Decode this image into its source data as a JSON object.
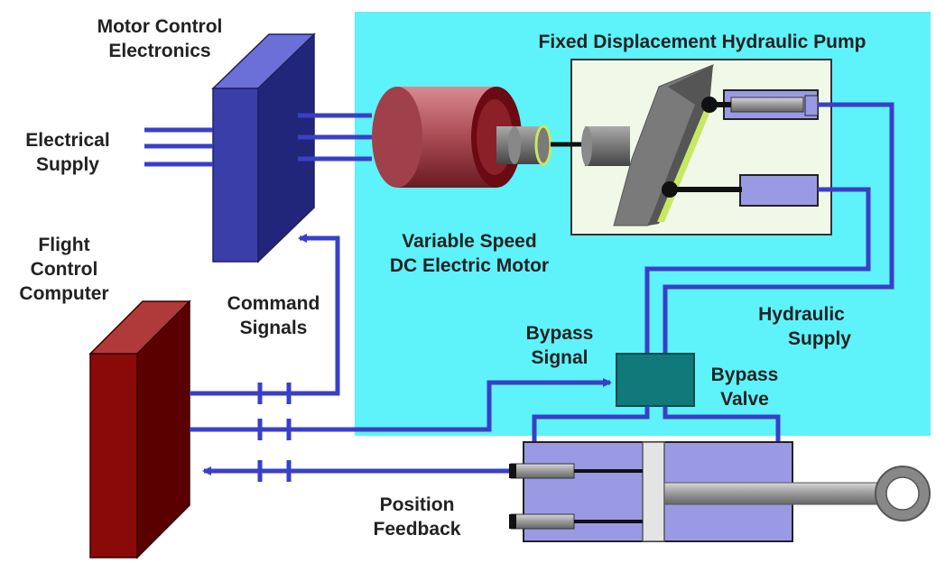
{
  "labels": {
    "motor_control_electronics": [
      "Motor Control",
      "Electronics"
    ],
    "electrical_supply": [
      "Electrical",
      "Supply"
    ],
    "flight_control_computer": [
      "Flight",
      "Control",
      "Computer"
    ],
    "command_signals": [
      "Command",
      "Signals"
    ],
    "variable_speed_motor": [
      "Variable Speed",
      "DC Electric Motor"
    ],
    "fixed_displacement_pump": "Fixed Displacement Hydraulic Pump",
    "hydraulic_supply": [
      "Hydraulic",
      "Supply"
    ],
    "bypass_signal": [
      "Bypass",
      "Signal"
    ],
    "bypass_valve": [
      "Bypass",
      "Valve"
    ],
    "position_feedback": [
      "Position",
      "Feedback"
    ]
  },
  "colors": {
    "system_box": "#5ef2fa",
    "pump_box": "#f0f8e8",
    "electronics_box": "#3a3ea8",
    "computer_box": "#8a0a0a",
    "motor": "#a84a52",
    "signal_line": "#3a3fc8",
    "valve": "#107a7a",
    "actuator": "#9a9ae4"
  }
}
